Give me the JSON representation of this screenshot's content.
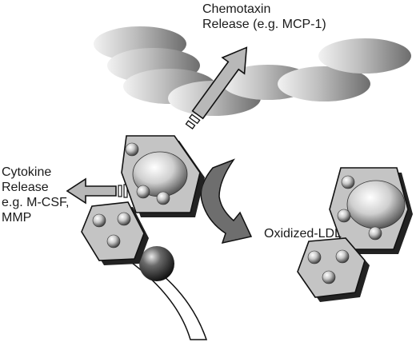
{
  "labels": {
    "chemotaxin": [
      "Chemotaxin",
      "Release (e.g. MCP-1)"
    ],
    "cytokine": [
      "Cytokine",
      "Release",
      "e.g. M-CSF,",
      "MMP"
    ],
    "oxidized_ldl": "Oxidized-LDL"
  },
  "colors": {
    "cell_fill": "#c4c4c4",
    "cell_shadow": "#222222",
    "arrow_fill": "#b8b8b8",
    "curved_arrow_fill": "#6e6e6e",
    "outline": "#111111",
    "background": "#ffffff"
  }
}
